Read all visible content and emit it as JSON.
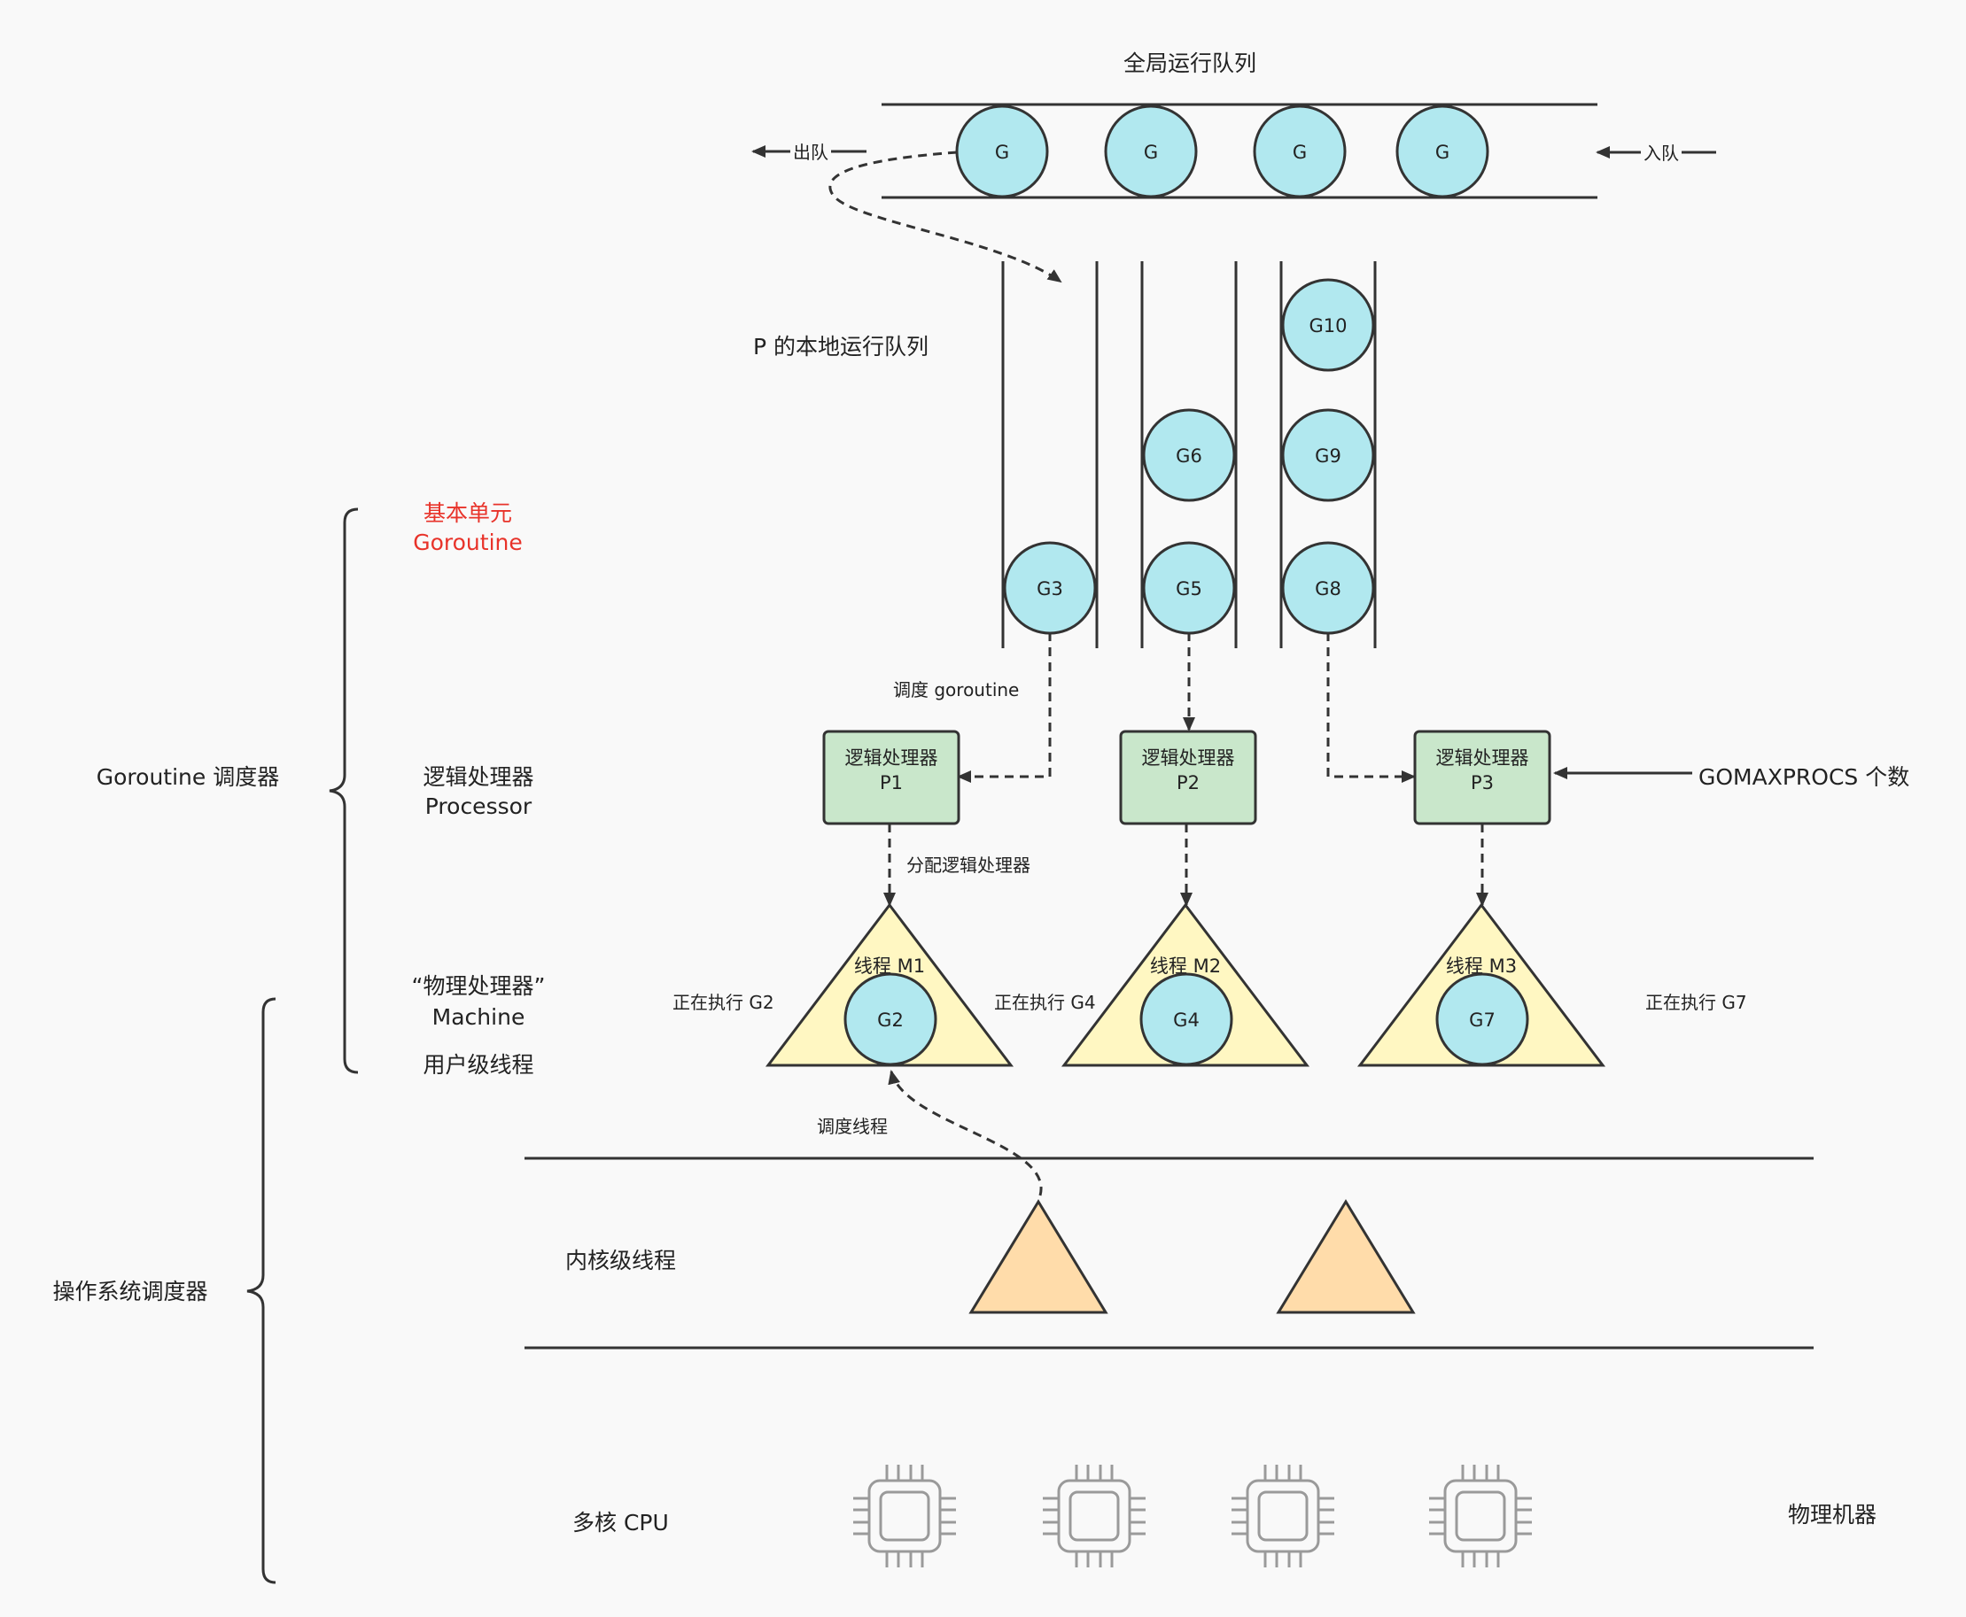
{
  "colors": {
    "goroutine_fill": "#b1e8ef",
    "processor_fill": "#c9e7cb",
    "machine_fill": "#fff7c2",
    "kernel_thread_fill": "#ffdcaa",
    "highlight_text": "#e8332a",
    "cpu_icon": "#9a9a9a"
  },
  "global_queue": {
    "title": "全局运行队列",
    "dequeue_label": "出队",
    "enqueue_label": "入队",
    "goroutines": [
      "G",
      "G",
      "G",
      "G"
    ]
  },
  "local_queue": {
    "title": "P 的本地运行队列",
    "queues": [
      [
        "G3"
      ],
      [
        "G5",
        "G6"
      ],
      [
        "G8",
        "G9",
        "G10"
      ]
    ]
  },
  "left_labels": {
    "goroutine_scheduler": "Goroutine 调度器",
    "os_scheduler": "操作系统调度器",
    "basic_unit_cn": "基本单元",
    "basic_unit_en": "Goroutine",
    "processor_cn": "逻辑处理器",
    "processor_en": "Processor",
    "machine_cn": "“物理处理器”",
    "machine_en": "Machine",
    "user_thread": "用户级线程",
    "kernel_thread": "内核级线程",
    "multicore_cpu": "多核 CPU"
  },
  "processors": [
    {
      "name": "逻辑处理器",
      "id": "P1"
    },
    {
      "name": "逻辑处理器",
      "id": "P2"
    },
    {
      "name": "逻辑处理器",
      "id": "P3"
    }
  ],
  "machines": [
    {
      "label": "线程 M1",
      "goroutine": "G2",
      "status": "正在执行 G2"
    },
    {
      "label": "线程 M2",
      "goroutine": "G4",
      "status": "正在执行 G4"
    },
    {
      "label": "线程 M3",
      "goroutine": "G7",
      "status": "正在执行 G7"
    }
  ],
  "annotations": {
    "schedule_goroutine": "调度 goroutine",
    "assign_processor": "分配逻辑处理器",
    "schedule_thread": "调度线程",
    "gomaxprocs": "GOMAXPROCS 个数",
    "physical_machine": "物理机器"
  },
  "cpus": [
    "cpu-icon",
    "cpu-icon",
    "cpu-icon",
    "cpu-icon"
  ]
}
